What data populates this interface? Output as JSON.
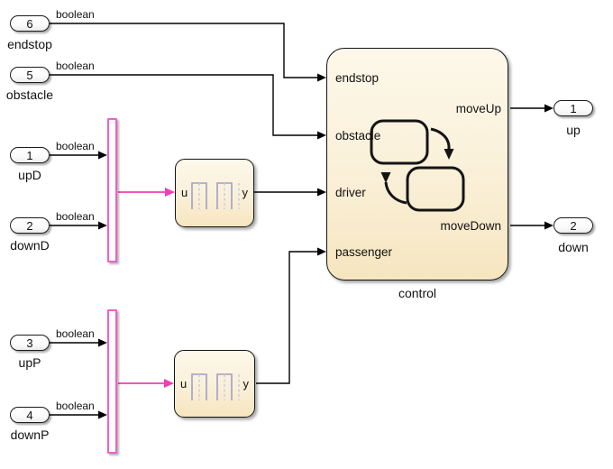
{
  "model": {
    "signal_label": "boolean",
    "colors": {
      "wire": "#000000",
      "vector_wire": "#f03eb5",
      "mux_border": "#f25ecb",
      "block_border": "#141414",
      "block_fill_top": "#fdf8ea",
      "block_fill_bottom": "#f6e5bf",
      "wave_icon": "#9e9ecb"
    },
    "inports": [
      {
        "num": "6",
        "name": "endstop"
      },
      {
        "num": "5",
        "name": "obstacle"
      },
      {
        "num": "1",
        "name": "upD"
      },
      {
        "num": "2",
        "name": "downD"
      },
      {
        "num": "3",
        "name": "upP"
      },
      {
        "num": "4",
        "name": "downP"
      }
    ],
    "outports": [
      {
        "num": "1",
        "name": "up"
      },
      {
        "num": "2",
        "name": "down"
      }
    ],
    "chart": {
      "name": "control",
      "inputs": [
        "endstop",
        "obstacle",
        "driver",
        "passenger"
      ],
      "outputs": [
        "moveUp",
        "moveDown"
      ]
    },
    "debounce": {
      "input_label": "u",
      "output_label": "y"
    }
  }
}
